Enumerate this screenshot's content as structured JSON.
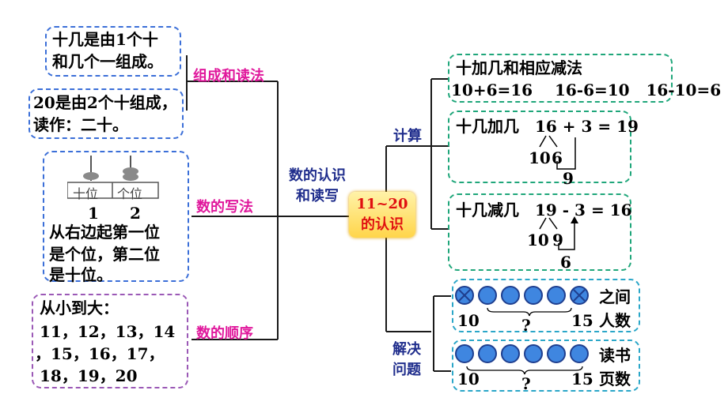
{
  "center": {
    "line1": "11~20",
    "line2": "的认识"
  },
  "hub": {
    "line1": "数的认识",
    "line2": "和读写"
  },
  "branches": {
    "composition": "组成和读法",
    "writing": "数的写法",
    "order": "数的顺序",
    "calc": "计算",
    "solve_line1": "解决",
    "solve_line2": "问题"
  },
  "composition_box1": {
    "line1": "十几是由1个十",
    "line2": "和几个一组成。"
  },
  "composition_box2": {
    "line1": "20是由2个十组成，",
    "line2": "读作：二十。"
  },
  "writing_box": {
    "abacus_tens": "十位",
    "abacus_ones": "个位",
    "digit_tens": "1",
    "digit_ones": "2",
    "line1": "从右边起第一位",
    "line2": "是个位，第二位",
    "line3": "是十位。"
  },
  "order_box": {
    "line1": "从小到大：",
    "line2": "11，12，13，14",
    "line3": "，15，16，17，",
    "line4": "18，19，20"
  },
  "calc_box1": {
    "title": "十加几和相应减法",
    "equations": "10+6=16    16-6=10   16-10=6"
  },
  "calc_box2": {
    "title": "十几加几",
    "equation": "16 + 3 = 19",
    "split_a": "10",
    "split_b": "6",
    "result": "9"
  },
  "calc_box3": {
    "title": "十几减几",
    "equation": "19 - 3 = 16",
    "split_a": "10",
    "split_b": "9",
    "result": "6"
  },
  "problem_box1": {
    "left": "10",
    "question": "?",
    "right": "15",
    "label_line1": "之间",
    "label_line2": "人数"
  },
  "problem_box2": {
    "left": "10",
    "question": "?",
    "right": "15",
    "label_line1": "读书",
    "label_line2": "页数"
  }
}
